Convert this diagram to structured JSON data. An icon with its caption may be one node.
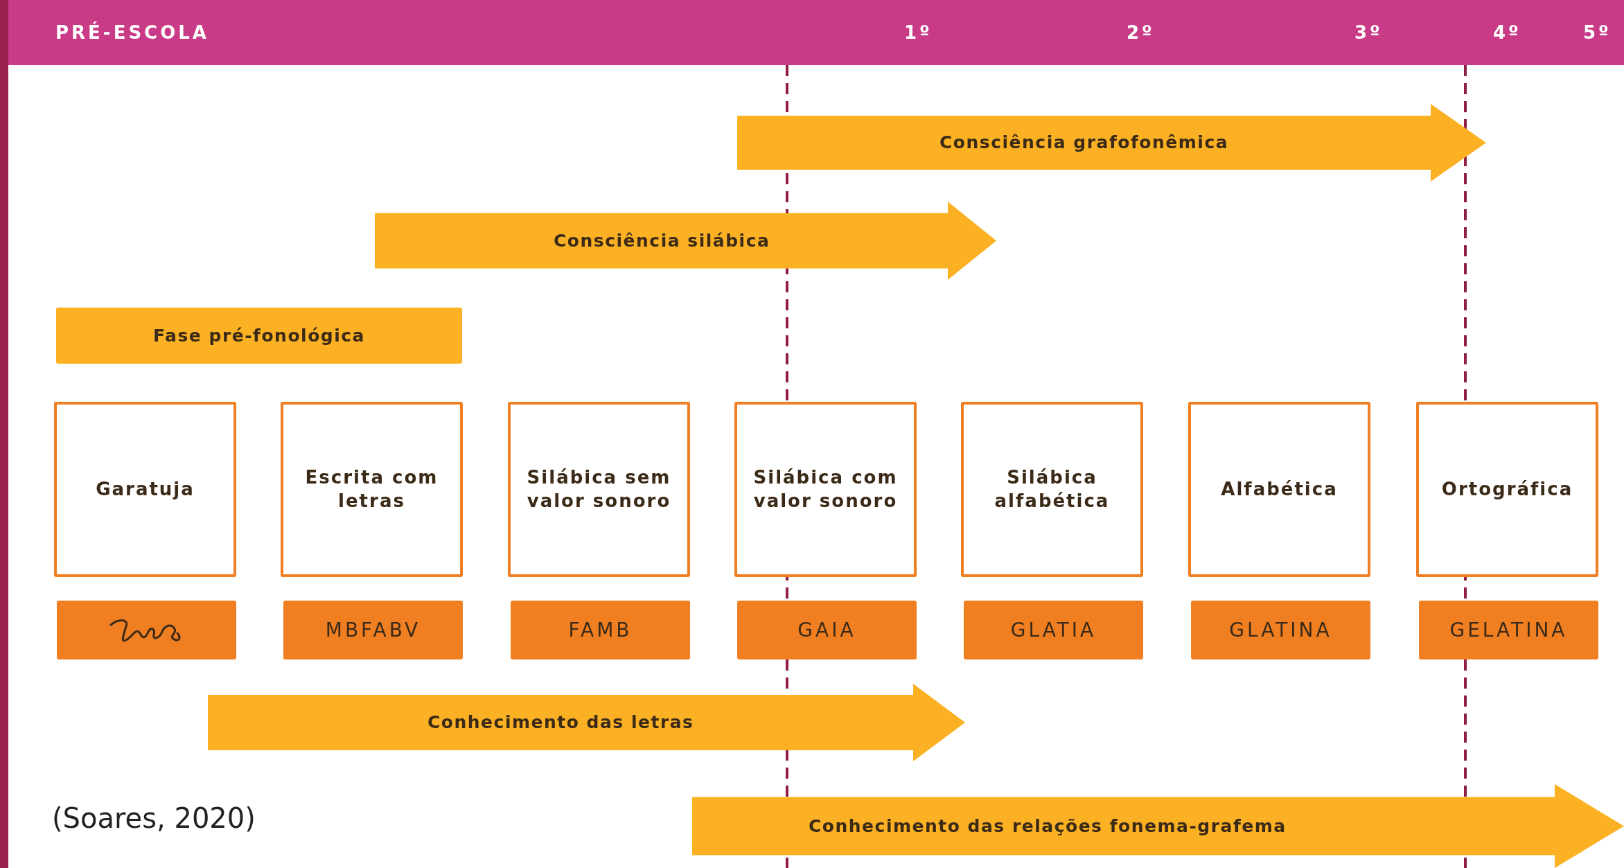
{
  "diagram": {
    "caption": "(Soares, 2020)",
    "nodes": [
      {
        "text": [
          "Consciência grafofonêmica"
        ]
      },
      {
        "text": [
          "Consciência silábica"
        ]
      },
      {
        "text": [
          "Fase pré-fonológica"
        ]
      },
      {
        "text": [
          "Garatuja"
        ]
      },
      {
        "text": [
          "Escrita com letras"
        ]
      },
      {
        "text": [
          "Silábica sem valor sonoro"
        ]
      },
      {
        "text": [
          "Silábica com valor sonoro"
        ]
      },
      {
        "text": [
          "Silábica alfabética"
        ]
      },
      {
        "text": [
          "Alfabética"
        ]
      },
      {
        "text": [
          "Ortográfica"
        ]
      },
      {
        "text": [],
        "shape": "picture"
      },
      {
        "text": [
          "MBFABV"
        ]
      },
      {
        "text": [
          "FAMB"
        ]
      },
      {
        "text": [
          "GAIA"
        ]
      },
      {
        "text": [
          "GLATIA"
        ]
      },
      {
        "text": [
          "GLATINA"
        ]
      },
      {
        "text": [
          "GELATINA"
        ]
      },
      {
        "text": [
          "Conhecimento das letras"
        ]
      },
      {
        "text": [
          "Conhecimento das relações fonema-grafema"
        ]
      }
    ],
    "edges": [],
    "labels": [
      "PRÉ-ESCOLA",
      "1º",
      "2º",
      "3º",
      "4º",
      "5º"
    ]
  }
}
